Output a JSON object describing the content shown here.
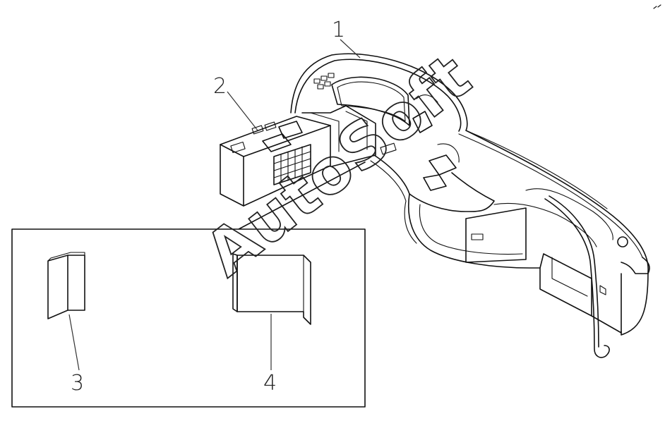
{
  "callouts": [
    {
      "number": "1",
      "part": "dashboard-panel"
    },
    {
      "number": "2",
      "part": "control-module"
    },
    {
      "number": "3",
      "part": "small-bracket"
    },
    {
      "number": "4",
      "part": "large-bracket"
    }
  ],
  "watermark": "AutoSoft",
  "colors": {
    "background": "#ffffff",
    "line": "#111111"
  }
}
